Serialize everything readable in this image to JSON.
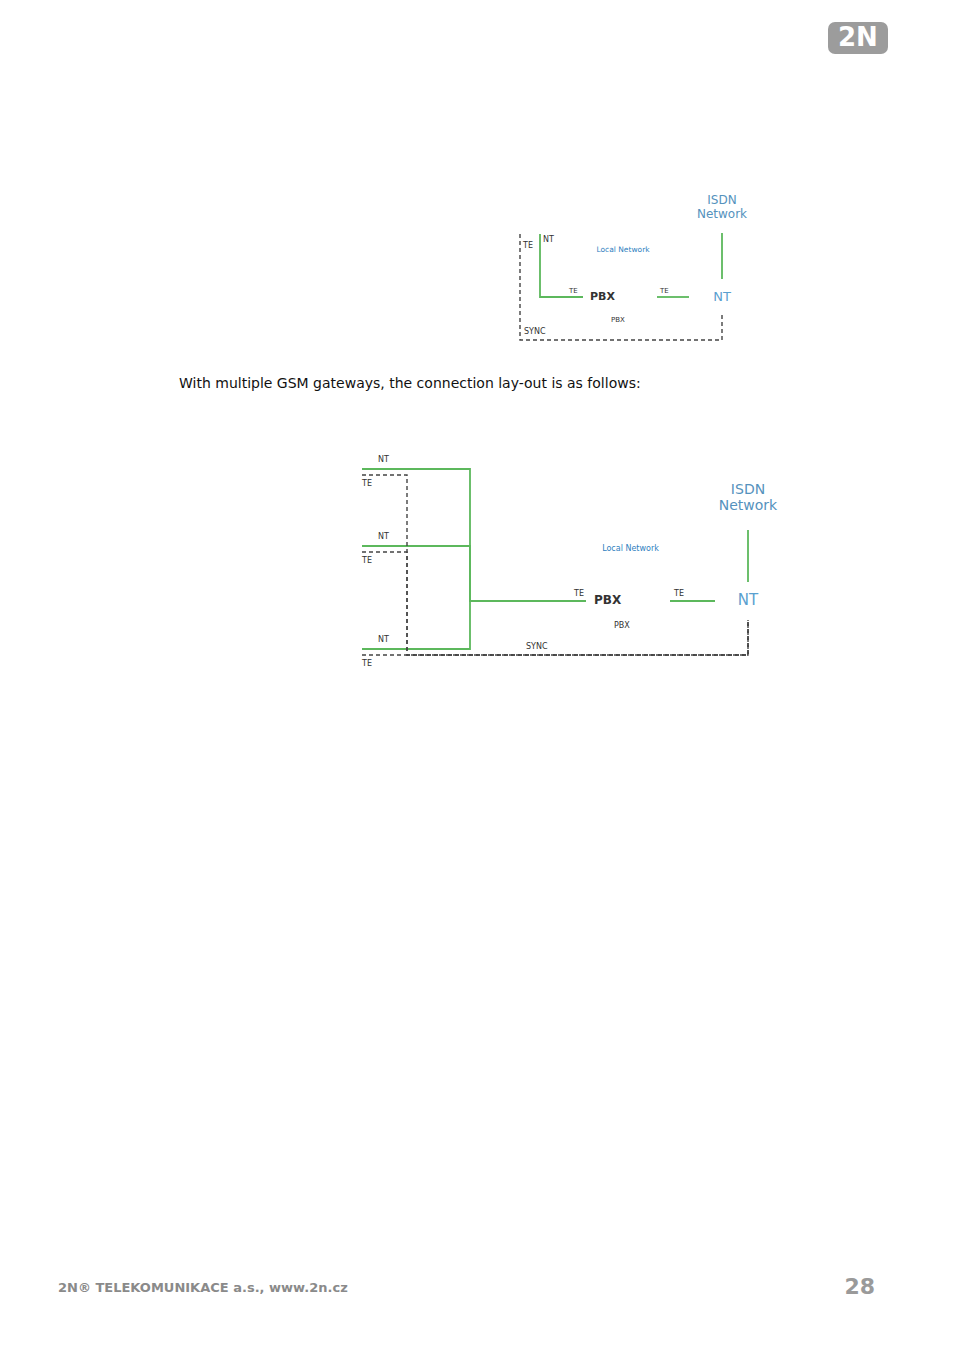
{
  "diagram": {
    "nodes": [
      {
        "text": [
          "TE",
          "NT"
        ]
      },
      {
        "text": [
          "ISDN Network"
        ]
      },
      {
        "text": [
          "Local Network"
        ]
      },
      {
        "text": [
          "PBX"
        ],
        "in": 2
      },
      {
        "text": [
          "NT"
        ]
      },
      {
        "text": [
          "NT",
          "TE"
        ]
      },
      {
        "text": [
          "NT",
          "TE"
        ]
      },
      {
        "text": [
          "NT",
          "TE"
        ]
      },
      {
        "text": [
          "ISDN Network"
        ]
      },
      {
        "text": [
          "Local Network"
        ]
      },
      {
        "text": [
          "PBX"
        ],
        "in": 9
      },
      {
        "text": [
          "NT"
        ]
      }
    ],
    "edges": [
      {
        "from": 0,
        "to": 3,
        "arrow": "none"
      },
      {
        "from": 3,
        "to": 4,
        "arrow": "none"
      },
      {
        "from": 1,
        "to": 4,
        "arrow": "none"
      },
      {
        "from": 0,
        "to": 4,
        "label": "SYNC",
        "arrow": "none"
      },
      {
        "from": 5,
        "to": 10,
        "arrow": "none"
      },
      {
        "from": 6,
        "to": 10,
        "arrow": "none"
      },
      {
        "from": 7,
        "to": 10,
        "arrow": "none"
      },
      {
        "from": 10,
        "to": 11,
        "arrow": "none"
      },
      {
        "from": 8,
        "to": 11,
        "arrow": "none"
      },
      {
        "from": 5,
        "to": 11,
        "arrow": "none"
      },
      {
        "from": 6,
        "to": 11,
        "arrow": "none"
      },
      {
        "from": 7,
        "to": 11,
        "label": "SYNC",
        "arrow": "none"
      }
    ],
    "labels": [
      "2N",
      "With multiple GSM gateways, the connection lay-out is as follows:",
      "TE",
      "TE",
      "PBX",
      "TE",
      "TE",
      "PBX",
      "2N® TELEKOMUNIKACE a.s., www.2n.cz",
      "28"
    ]
  }
}
